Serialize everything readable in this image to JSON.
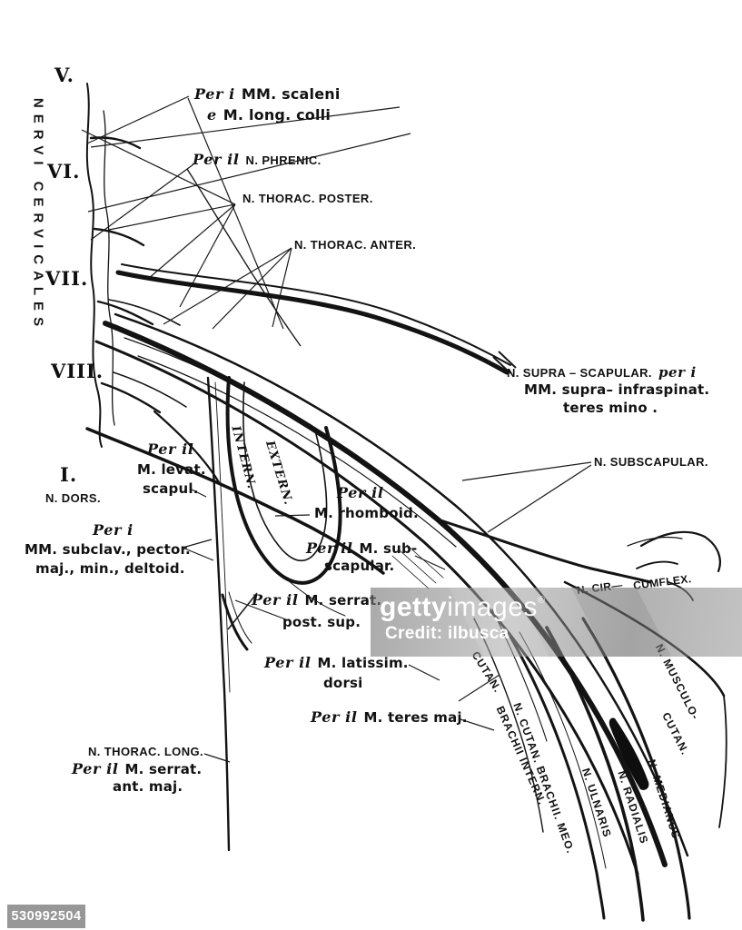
{
  "title_column": {
    "side_title": "NERVI CERVICALES",
    "numerals": [
      "V.",
      "VI.",
      "VII.",
      "VIII.",
      "I."
    ],
    "n_dors": "N. DORS."
  },
  "labels": {
    "scaleni_pre": "Per i",
    "scaleni_main": "MM. scaleni",
    "scaleni_l2_pre": "e",
    "scaleni_l2_main": "M. long. colli",
    "phrenic_pre": "Per il",
    "phrenic_main": "N. PHRENIC.",
    "thorac_poster": "N. THORAC. POSTER.",
    "thorac_anter": "N. THORAC. ANTER.",
    "supra_main": "N. SUPRA – SCAPULAR.",
    "supra_pre": "per i",
    "supra_l2": "MM. supra–  infraspinat.",
    "supra_l3": "teres mino .",
    "subscapular_n": "N. SUBSCAPULAR.",
    "levat_pre": "Per il",
    "levat_l2": "M. levat.",
    "levat_l3": "scapul.",
    "subclav_pre": "Per i",
    "subclav_l2": "MM. subclav., pector.",
    "subclav_l3": "maj., min., deltoid.",
    "rhomboid_pre": "Per il",
    "rhomboid_main": "M. rhomboid.",
    "subscap_m_pre": "Per il",
    "subscap_m_main": "M. sub-",
    "subscap_m_l2": "scapular.",
    "serrat_post_pre": "Per il",
    "serrat_post_main": "M. serrat.",
    "serrat_post_l2": "post. sup.",
    "latissim_pre": "Per il",
    "latissim_main": "M. latissim.",
    "latissim_l2": "dorsi",
    "teres_maj_pre": "Per il",
    "teres_maj_main": "M. teres maj.",
    "thorac_long_l1": "N. THORAC. LONG.",
    "thorac_long_pre": "Per il",
    "thorac_long_main": "M. serrat.",
    "thorac_long_l3": "ant. maj.",
    "cir": "N. CIR—",
    "cumflex": "CUMFLEX.",
    "intern": "INTERN.",
    "extern": "EXTERN.",
    "cutan": "CUTAN.",
    "brachii_intern": "BRACHII  INTERN.",
    "cutan_brachii_med": "N. CUTAN. BRACHII. MEO.",
    "ulnaris": "N. ULNARIS",
    "radialis": "N. RADIALIS",
    "medianus": "N. MEDIANUS",
    "musculo_l1": "N. MUSCULO-",
    "musculo_l2": "CUTAN."
  },
  "watermark": {
    "brand_bold": "getty",
    "brand_regular": "images",
    "registered": "®",
    "credit": "Credit: ilbusca",
    "image_id": "530992504"
  },
  "colors": {
    "ink": "#131313",
    "watermark_band": "#8e8e8e",
    "watermark_text": "#ffffff"
  }
}
